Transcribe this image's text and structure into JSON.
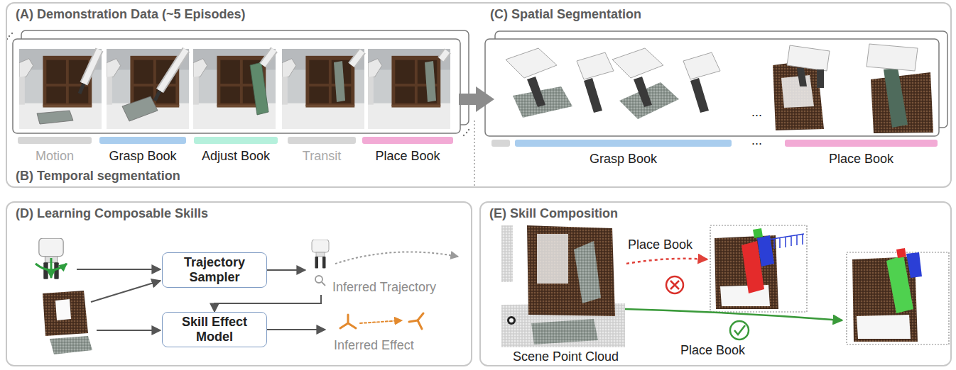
{
  "diagram": {
    "nodes": [
      {
        "text": [
          "(A) Demonstration Data (~5 Episodes)",
          "(B) Temporal segmentation",
          "(C) Spatial Segmentation"
        ]
      },
      {
        "text": [
          "Motion"
        ],
        "in": 0
      },
      {
        "text": [
          "Grasp Book"
        ],
        "in": 0
      },
      {
        "text": [
          "Adjust Book"
        ],
        "in": 0
      },
      {
        "text": [
          "Transit"
        ],
        "in": 0
      },
      {
        "text": [
          "Place Book"
        ],
        "in": 0
      },
      {
        "text": [
          "Grasp Book"
        ],
        "in": 0
      },
      {
        "text": [
          "Place Book"
        ],
        "in": 0
      },
      {
        "text": [
          "(D) Learning Composable Skills"
        ]
      },
      {
        "text": [
          "Trajectory Sampler"
        ],
        "in": 8
      },
      {
        "text": [
          "Inferred Trajectory"
        ],
        "in": 8
      },
      {
        "text": [
          "Skill Effect Model"
        ],
        "in": 8
      },
      {
        "text": [
          "Inferred Effect"
        ],
        "in": 8
      },
      {
        "text": [
          "(E) Skill Composition"
        ]
      },
      {
        "text": [
          "Scene Point Cloud"
        ],
        "in": 13
      }
    ],
    "edges": [
      {
        "from": 9,
        "to": 10,
        "arrow": "to"
      },
      {
        "from": 10,
        "to": 11,
        "arrow": "to"
      },
      {
        "from": 11,
        "to": 12,
        "arrow": "to"
      }
    ],
    "labels": [
      "...",
      "...",
      "Place Book",
      "Place Book"
    ]
  }
}
